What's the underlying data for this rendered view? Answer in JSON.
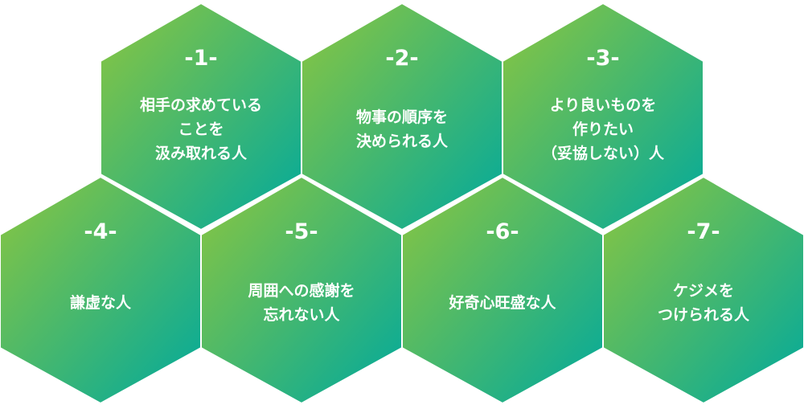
{
  "colors": {
    "gradient_start": "#8cc63f",
    "gradient_end": "#00a99d",
    "text": "#ffffff",
    "border": "#ffffff"
  },
  "hexagons": [
    {
      "number": "-1-",
      "lines": [
        "相手の求めている",
        "ことを",
        "汲み取れる人"
      ]
    },
    {
      "number": "-2-",
      "lines": [
        "物事の順序を",
        "決められる人"
      ]
    },
    {
      "number": "-3-",
      "lines": [
        "より良いものを",
        "作りたい",
        "（妥協しない）人"
      ]
    },
    {
      "number": "-4-",
      "lines": [
        "謙虚な人"
      ]
    },
    {
      "number": "-5-",
      "lines": [
        "周囲への感謝を",
        "忘れない人"
      ]
    },
    {
      "number": "-6-",
      "lines": [
        "好奇心旺盛な人"
      ]
    },
    {
      "number": "-7-",
      "lines": [
        "ケジメを",
        "つけられる人"
      ]
    }
  ]
}
